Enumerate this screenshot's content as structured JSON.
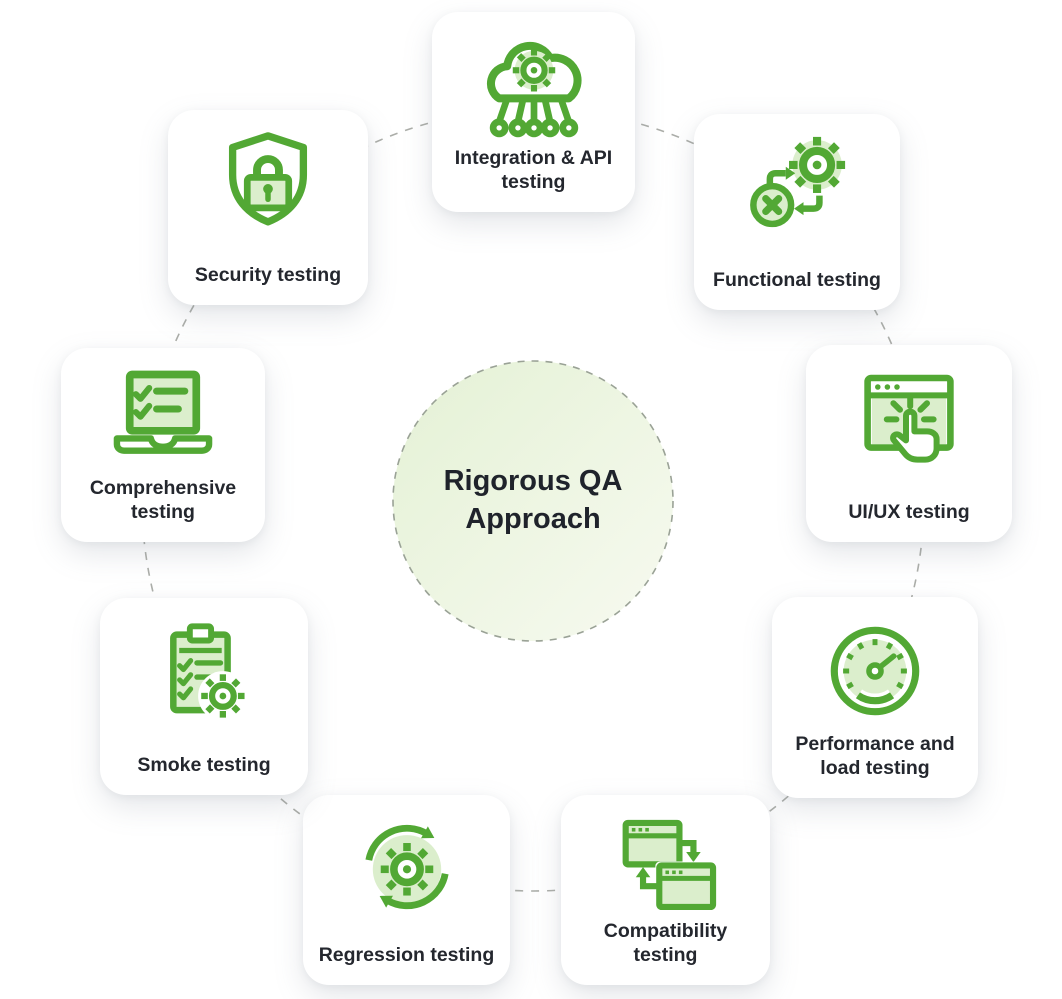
{
  "center": {
    "title": "Rigorous QA\nApproach"
  },
  "cards": [
    {
      "label": "Integration & API\ntesting",
      "icon": "cloud-gear-api-icon"
    },
    {
      "label": "Functional testing",
      "icon": "gear-error-check-icon"
    },
    {
      "label": "UI/UX testing",
      "icon": "browser-tap-icon"
    },
    {
      "label": "Performance and\nload testing",
      "icon": "speedometer-icon"
    },
    {
      "label": "Compatibility\ntesting",
      "icon": "browser-sync-icon"
    },
    {
      "label": "Regression testing",
      "icon": "gear-refresh-icon"
    },
    {
      "label": "Smoke testing",
      "icon": "clipboard-checks-gear-icon"
    },
    {
      "label": "Comprehensive\ntesting",
      "icon": "laptop-checklist-icon"
    },
    {
      "label": "Security testing",
      "icon": "shield-lock-icon"
    }
  ],
  "colors": {
    "accent_green": "#52A834",
    "icon_light_fill": "#DBEECC",
    "ring_dash": "#ACAEA9",
    "center_circle_start": "#E4F1D5",
    "center_circle_end": "#F7FAF0",
    "label_text": "#24272e",
    "card_background": "#FFFFFF"
  }
}
